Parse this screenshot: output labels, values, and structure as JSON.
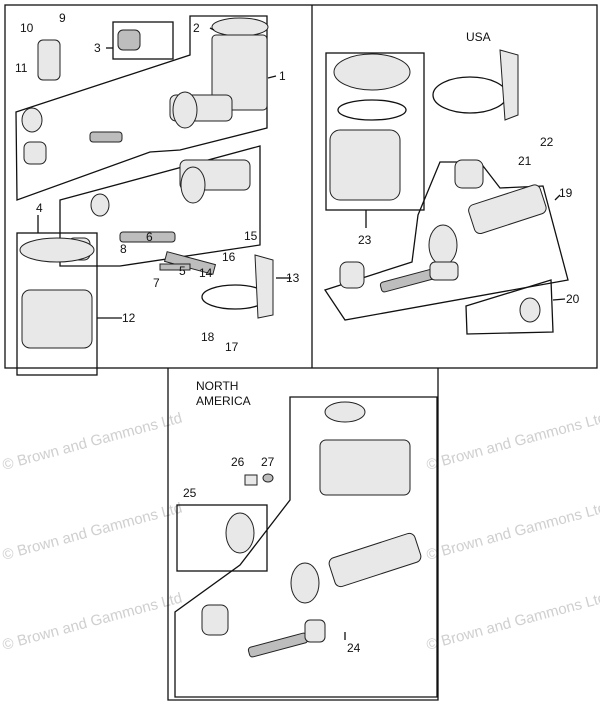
{
  "watermark": "© Brown and Gammons Ltd",
  "regions": {
    "usa": "USA",
    "north_america_line1": "NORTH",
    "north_america_line2": "AMERICA"
  },
  "callouts": [
    "1",
    "2",
    "3",
    "4",
    "5",
    "6",
    "7",
    "8",
    "9",
    "10",
    "11",
    "12",
    "13",
    "14",
    "15",
    "16",
    "17",
    "18",
    "19",
    "20",
    "21",
    "22",
    "23",
    "24",
    "25",
    "26",
    "27"
  ]
}
